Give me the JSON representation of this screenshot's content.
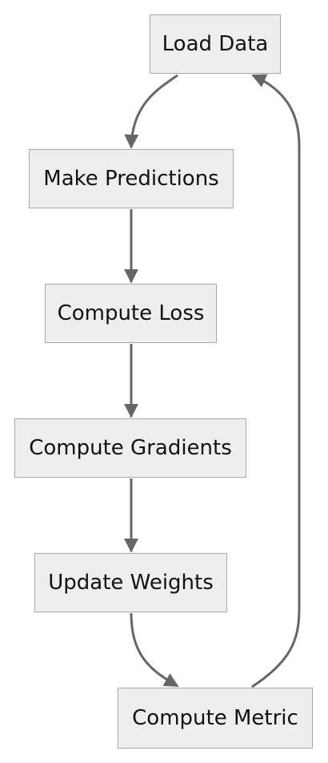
{
  "diagram": {
    "nodes": [
      {
        "id": "load",
        "label": "Load Data"
      },
      {
        "id": "pred",
        "label": "Make Predictions"
      },
      {
        "id": "loss",
        "label": "Compute Loss"
      },
      {
        "id": "grad",
        "label": "Compute Gradients"
      },
      {
        "id": "upd",
        "label": "Update Weights"
      },
      {
        "id": "metric",
        "label": "Compute Metric"
      }
    ],
    "edges": [
      {
        "from": "load",
        "to": "pred"
      },
      {
        "from": "pred",
        "to": "loss"
      },
      {
        "from": "loss",
        "to": "grad"
      },
      {
        "from": "grad",
        "to": "upd"
      },
      {
        "from": "upd",
        "to": "metric"
      },
      {
        "from": "metric",
        "to": "load"
      }
    ],
    "colors": {
      "node_fill": "#eeeeee",
      "node_border": "#a8a8a8",
      "edge": "#666666",
      "text": "#111111"
    }
  }
}
